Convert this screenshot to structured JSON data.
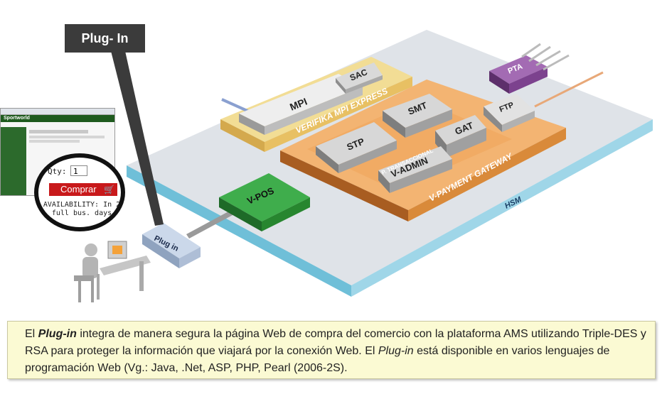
{
  "callout": {
    "label": "Plug- In"
  },
  "diagram": {
    "blocks": {
      "mpi": "MPI",
      "sac": "SAC",
      "verifika": "VERIFIKA MPI EXPRESS",
      "stp": "STP",
      "smt": "SMT",
      "gat": "GAT",
      "ftp": "FTP",
      "pta": "PTA",
      "p_transaccional": "P. TRANSACCIONAL",
      "v_admin": "V-ADMIN",
      "v_payment": "V-PAYMENT GATEWAY",
      "hsm": "HSM",
      "v_pos": "V-POS",
      "plug_in": "Plug in"
    },
    "colors": {
      "platform_top": "#dfe3e8",
      "platform_edge": "#6fbfd8",
      "orange_zone": "#f3b472",
      "yellow_zone": "#f2dd95",
      "v_pos_green": "#2e9a3c",
      "pta_purple": "#8a4f9a",
      "server_gray": "#c9ccce"
    }
  },
  "webpage": {
    "brand": "Sportworld",
    "qty_label": "Qty:",
    "qty_value": "1",
    "buy_label": "Comprar",
    "availability": "AVAILABILITY: In 2 full bus. days"
  },
  "caption": {
    "t1": "El ",
    "t2": "Plug-in",
    "t3": " integra de manera segura la página Web de compra del comercio con la plataforma AMS utilizando Triple-DES y RSA para proteger la información que viajará por la conexión Web. El ",
    "t4": "Plug-in",
    "t5": " está disponible en varios lenguajes de programación Web (Vg.: Java, .Net, ASP, PHP, Pearl (2006-2S)."
  }
}
